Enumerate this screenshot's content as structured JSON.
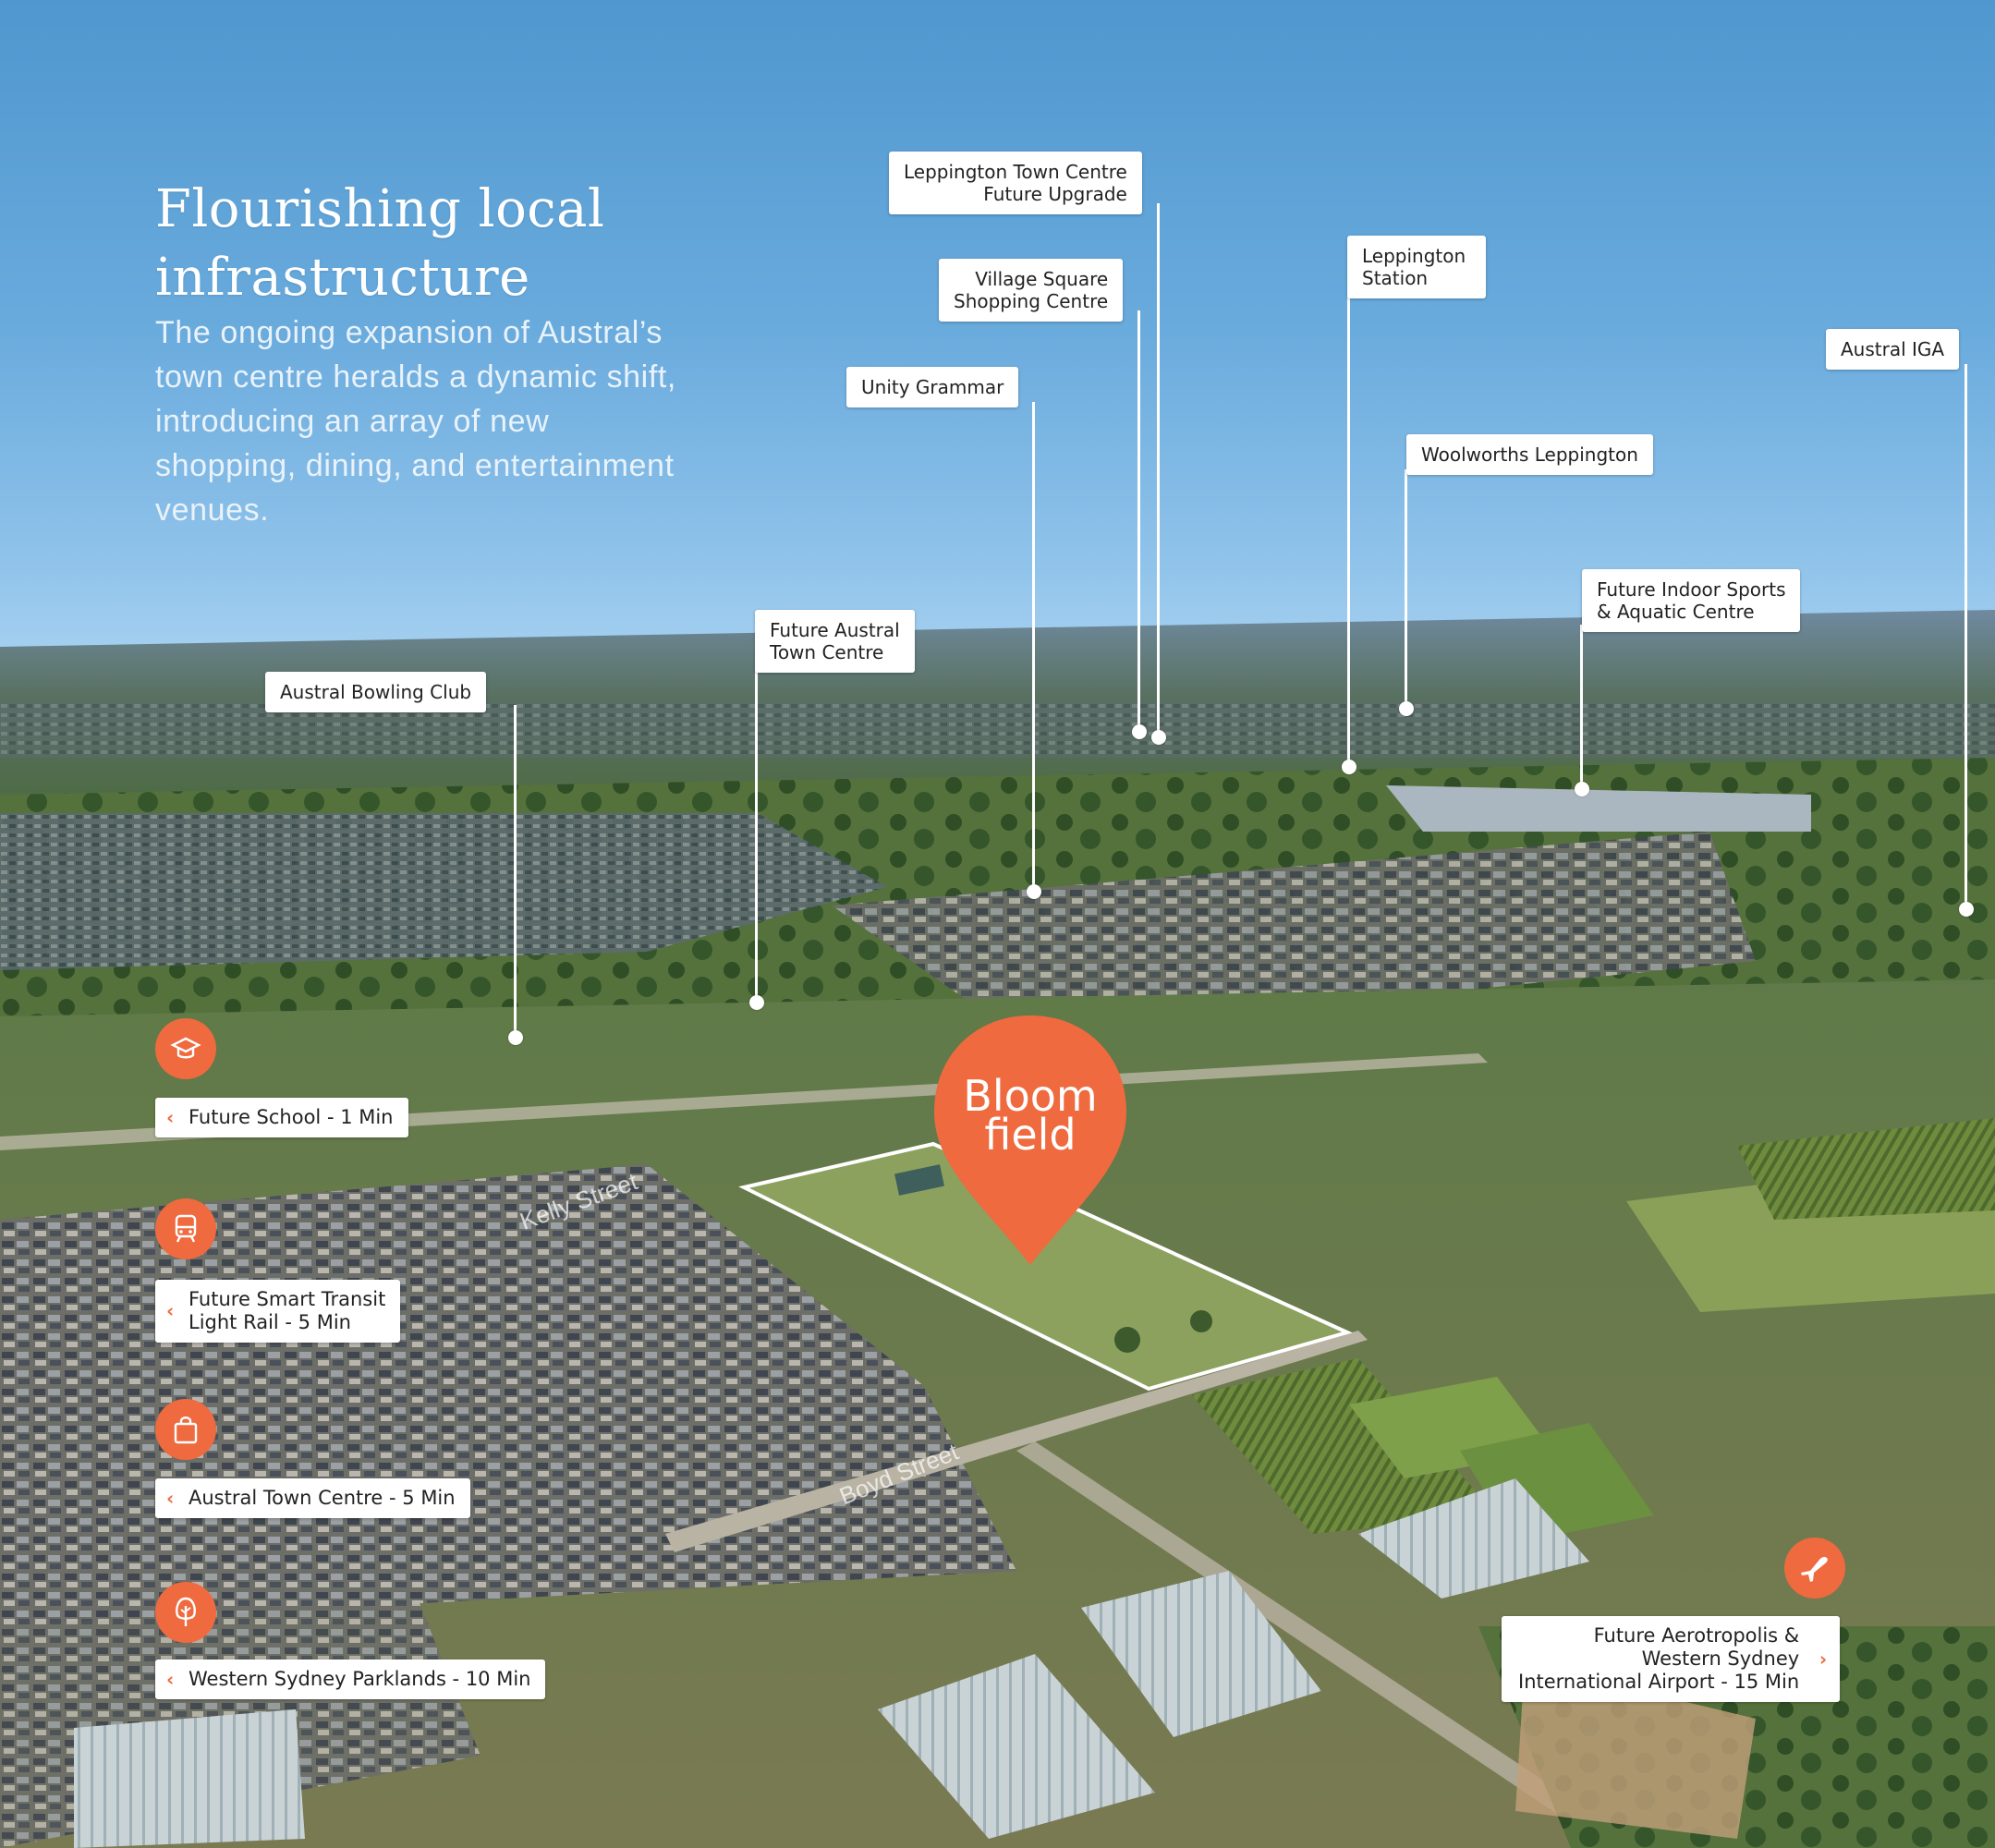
{
  "headline": "Flourishing local infrastructure",
  "intro": "The ongoing expansion of Austral’s town centre heralds a dynamic shift, introducing an array of new shopping, dining, and entertainment venues.",
  "brand": {
    "pin_text": "Bloom\nfield",
    "pin_color": "#ef6a3f"
  },
  "streets": {
    "kelly": "Kelly Street",
    "boyd": "Boyd Street"
  },
  "callouts": {
    "leppington_town_centre": "Leppington Town Centre\nFuture Upgrade",
    "village_square": "Village Square\nShopping Centre",
    "leppington_station": "Leppington\nStation",
    "austral_iga": "Austral IGA",
    "unity_grammar": "Unity Grammar",
    "woolworths": "Woolworths Leppington",
    "indoor_sports": "Future Indoor Sports\n& Aquatic Centre",
    "future_austral_town_centre": "Future Austral\nTown Centre",
    "bowling_club": "Austral Bowling Club"
  },
  "poi": [
    {
      "label": "Future School - 1 Min",
      "icon": "school-icon"
    },
    {
      "label": "Future Smart Transit\nLight Rail - 5 Min",
      "icon": "train-icon"
    },
    {
      "label": "Austral Town Centre - 5 Min",
      "icon": "shopping-bag-icon"
    },
    {
      "label": "Western Sydney Parklands - 10 Min",
      "icon": "tree-icon"
    },
    {
      "label": "Future Aerotropolis &\nWestern Sydney\nInternational Airport - 15 Min",
      "icon": "airplane-icon"
    }
  ],
  "colors": {
    "accent": "#ef6a3f",
    "sky_top": "#4f97cf",
    "label_bg": "#ffffff"
  }
}
